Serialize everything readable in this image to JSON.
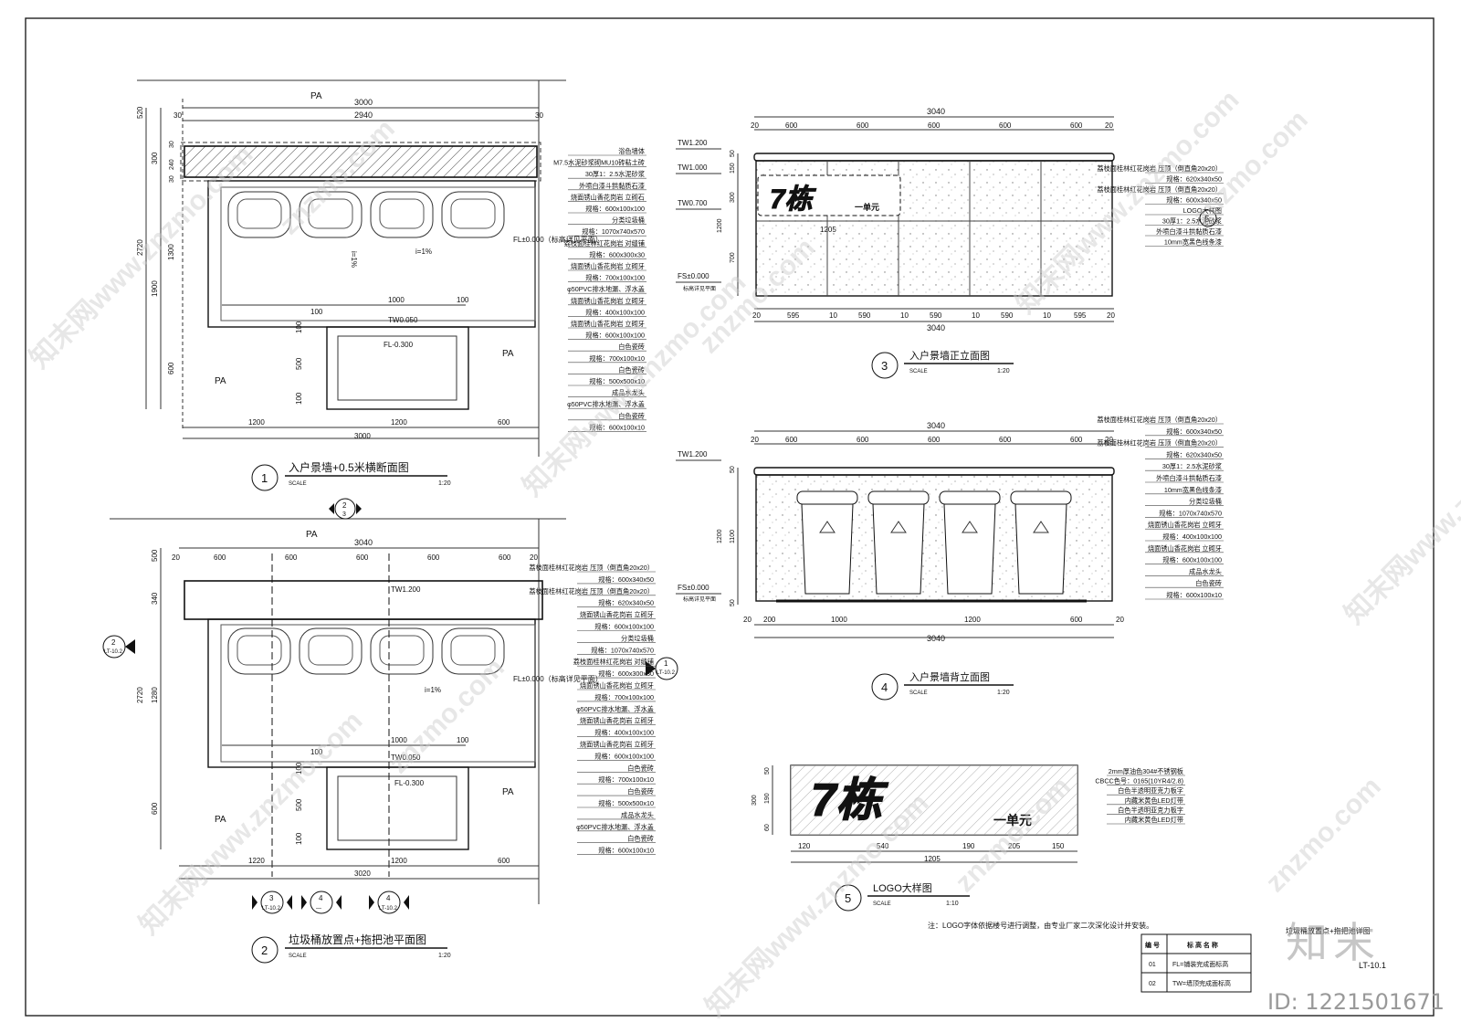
{
  "watermark": "znzmo.com",
  "watermark_cn": "知末网www.znzmo.com",
  "id_tag": "ID: 1221501671",
  "brand_mark": "知末",
  "drawing_number": "LT-10.1",
  "sheet_title": "垃圾桶放置点+拖把池详图",
  "note": "注：LOGO字体依据楼号进行调整，由专业厂家二次深化设计并安装。",
  "legend": {
    "col1": "编 号",
    "col2": "标 高 名 称",
    "rows": [
      {
        "no": "01",
        "text": "FL=铺装完成面标高"
      },
      {
        "no": "02",
        "text": "TW=墙顶完成面标高"
      }
    ]
  },
  "views": {
    "v1": {
      "num": "1",
      "title": "入户景墙+0.5米横断面图",
      "scale_label": "SCALE",
      "scale": "1:20"
    },
    "v2": {
      "num": "2",
      "title": "垃圾桶放置点+拖把池平面图",
      "scale_label": "SCALE",
      "scale": "1:20"
    },
    "v3": {
      "num": "3",
      "title": "入户景墙正立面图",
      "scale_label": "SCALE",
      "scale": "1:20"
    },
    "v4": {
      "num": "4",
      "title": "入户景墙背立面图",
      "scale_label": "SCALE",
      "scale": "1:20"
    },
    "v5": {
      "num": "5",
      "title": "LOGO大样图",
      "scale_label": "SCALE",
      "scale": "1:10"
    }
  },
  "v1": {
    "pa_top": "PA",
    "pa_left": "PA",
    "pa_right": "PA",
    "dim_top": [
      "3000",
      "2940",
      "30",
      "30"
    ],
    "dim_left": [
      "520",
      "300",
      "2720",
      "1300",
      "1900",
      "600",
      "30",
      "240",
      "30"
    ],
    "dim_inner": [
      "1000",
      "100",
      "100",
      "100",
      "500",
      "100"
    ],
    "dim_bottom": [
      "1200",
      "1200",
      "600",
      "3000"
    ],
    "elev": [
      "FL±0.000（标高详见平面）",
      "TW0.050",
      "FL-0.300"
    ],
    "slope": [
      "i=1%",
      "i=1%"
    ],
    "callouts": [
      "浴色墙体",
      "M7.5水泥砂浆砌MU10砖粘土砖",
      "30厚1：2.5水泥砂浆",
      "外喷白漆斗拱黏质石漆",
      "烧面锈山香花岗岩 立砌石",
      "规格：600x100x100",
      "分类垃圾桶",
      "规格：1070x740x570",
      "荔枝面桂林红花岗岩 对缝铺",
      "规格：600x300x30",
      "烧面锈山香花岗岩 立砌牙",
      "规格：700x100x100",
      "φ50PVC排水地漏、浮水盖",
      "烧面锈山香花岗岩 立砌牙",
      "规格：400x100x100",
      "烧面锈山香花岗岩 立砌牙",
      "规格：600x100x100",
      "白色瓷砖",
      "规格：700x100x10",
      "白色瓷砖",
      "规格：500x500x10",
      "成品水龙头",
      "φ50PVC排水地漏、浮水盖",
      "白色瓷砖",
      "规格：600x100x10"
    ]
  },
  "v2": {
    "pa_top": "PA",
    "pa_left": "PA",
    "pa_right": "PA",
    "dim_top": [
      "3040",
      "20",
      "600",
      "600",
      "600",
      "600",
      "600",
      "20"
    ],
    "dim_left": [
      "500",
      "340",
      "2720",
      "1280",
      "600",
      "100",
      "500",
      "100"
    ],
    "dim_inner": [
      "1000",
      "100",
      "100"
    ],
    "dim_bottom": [
      "1220",
      "1200",
      "600",
      "3020"
    ],
    "elev": [
      "TW1.200",
      "FL±0.000（标高详见平面）",
      "TW0.050",
      "FL-0.300"
    ],
    "slope": [
      "i=1%"
    ],
    "marks": [
      {
        "n": "2",
        "s": "3"
      },
      {
        "n": "2",
        "s": "LT-10.2"
      },
      {
        "n": "1",
        "s": "LT-10.2"
      },
      {
        "n": "3",
        "s": "LT-10.2"
      },
      {
        "n": "4",
        "s": "—"
      },
      {
        "n": "4",
        "s": "LT-10.2"
      }
    ],
    "callouts": [
      "荔枝面桂林红花岗岩 压顶（倒直角20x20）",
      "规格：600x340x50",
      "荔枝面桂林红花岗岩 压顶（倒直角20x20）",
      "规格：620x340x50",
      "烧面锈山香花岗岩 立砌牙",
      "规格：600x100x100",
      "分类垃圾桶",
      "规格：1070x740x570",
      "荔枝面桂林红花岗岩 对缝铺",
      "规格：600x300x30",
      "烧面锈山香花岗岩 立砌牙",
      "规格：700x100x100",
      "φ50PVC排水地漏、浮水盖",
      "烧面锈山香花岗岩 立砌牙",
      "规格：400x100x100",
      "烧面锈山香花岗岩 立砌牙",
      "规格：600x100x100",
      "白色瓷砖",
      "规格：700x100x10",
      "白色瓷砖",
      "规格：500x500x10",
      "成品水龙头",
      "φ50PVC排水地漏、浮水盖",
      "白色瓷砖",
      "规格：600x100x10"
    ]
  },
  "v3": {
    "dim_top": [
      "3040",
      "20",
      "600",
      "600",
      "600",
      "600",
      "600",
      "20"
    ],
    "dim_bottom": [
      "20",
      "595",
      "10",
      "590",
      "10",
      "590",
      "10",
      "590",
      "10",
      "595",
      "20",
      "3040"
    ],
    "dim_left": [
      "50",
      "150",
      "300",
      "1200",
      "700"
    ],
    "dim_logo": "1205",
    "elev": [
      "TW1.200",
      "TW1.000",
      "TW0.700",
      "FS±0.000",
      "标高详见平面"
    ],
    "logo_main": "7栋",
    "logo_sub": "一单元",
    "detail_ref": "5",
    "callouts": [
      "荔枝面桂林红花岗岩 压顶（倒直角20x20）",
      "规格：620x340x50",
      "荔枝面桂林红花岗岩 压顶（倒直角20x20）",
      "规格：600x340x50",
      "LOGO大样图",
      "30厚1：2.5水泥砂浆",
      "外喷白漆斗拱黏质石漆",
      "10mm宽黑色线条漆"
    ]
  },
  "v4": {
    "dim_top": [
      "3040",
      "20",
      "600",
      "600",
      "600",
      "600",
      "600",
      "20"
    ],
    "dim_bottom": [
      "20",
      "200",
      "1000",
      "1200",
      "600",
      "20",
      "3040"
    ],
    "dim_left": [
      "50",
      "1200",
      "1100",
      "50"
    ],
    "elev": [
      "TW1.200",
      "FS±0.000",
      "标高详见平面"
    ],
    "callouts": [
      "荔枝面桂林红花岗岩 压顶（倒直角20x20）",
      "规格：600x340x50",
      "荔枝面桂林红花岗岩 压顶（倒直角20x20）",
      "规格：620x340x50",
      "30厚1：2.5水泥砂浆",
      "外喷白漆斗拱黏质石漆",
      "10mm宽黑色线条漆",
      "分类垃圾桶",
      "规格：1070x740x570",
      "烧面锈山香花岗岩 立砌牙",
      "规格：400x100x100",
      "烧面锈山香花岗岩 立砌牙",
      "规格：600x100x100",
      "成品水龙头",
      "白色瓷砖",
      "规格：600x100x10"
    ]
  },
  "v5": {
    "logo_main": "7栋",
    "logo_sub": "一单元",
    "dim_left": [
      "50",
      "190",
      "300",
      "60"
    ],
    "dim_bottom": [
      "120",
      "540",
      "190",
      "205",
      "150",
      "1205"
    ],
    "callouts": [
      "2mm厚油色304#不锈钢板",
      "CBCC色号：0165(10YR4/2.8)",
      "白色半透明亚克力板字",
      "内藏米黄色LED灯带",
      "白色半透明亚克力板字",
      "内藏米黄色LED灯带"
    ]
  }
}
